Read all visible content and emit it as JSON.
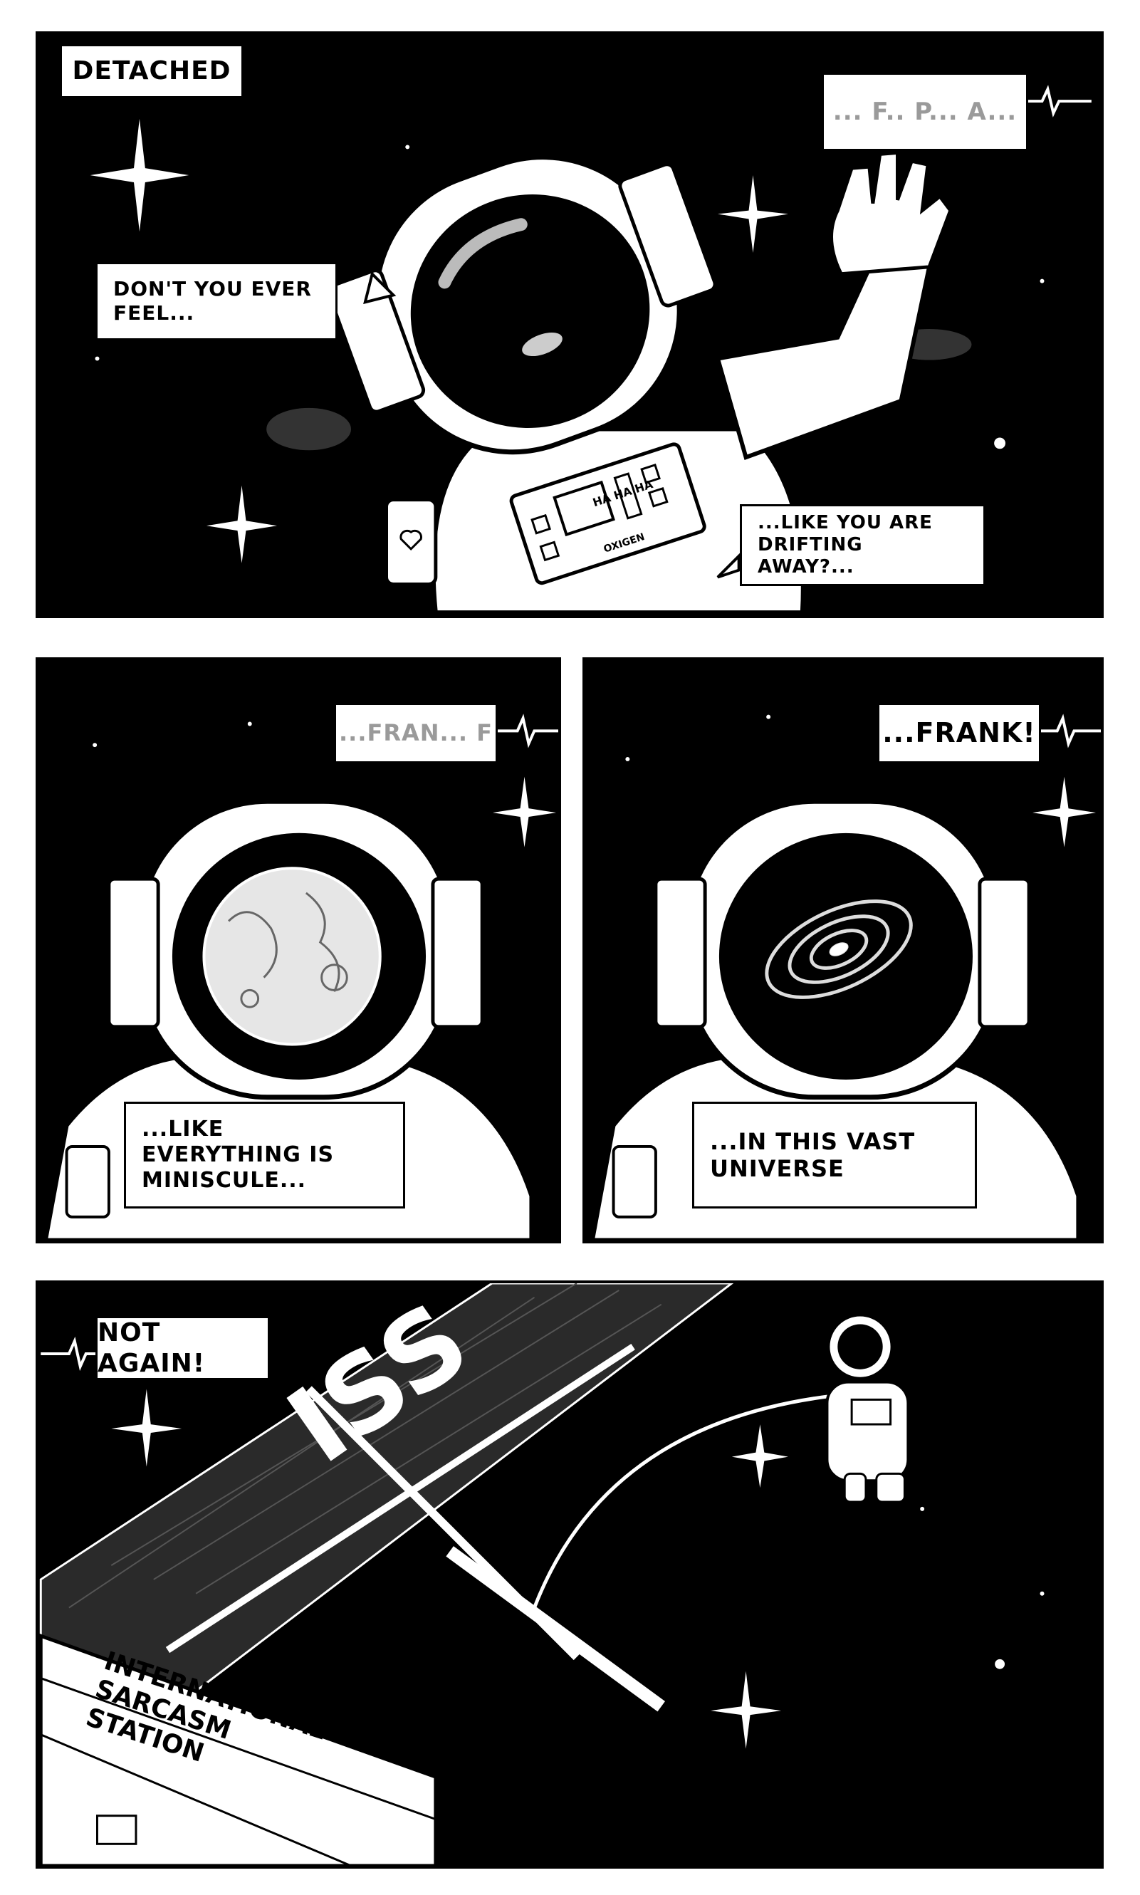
{
  "page": {
    "panel1": {
      "title_caption": "DETACHED",
      "radio_caption": "... F.. P... A...",
      "speech_1": "DON'T YOU EVER FEEL...",
      "speech_2_line1": "...LIKE YOU ARE DRIFTING",
      "speech_2_line2": "AWAY?...",
      "suit_panel_label": "OXIGEN",
      "suit_panel_display": "HA HA HA"
    },
    "panel2": {
      "radio_caption": "...FRAN... F",
      "speech_line1": "...LIKE EVERYTHING IS",
      "speech_line2": "MINISCULE..."
    },
    "panel3": {
      "radio_caption": "...FRANK!",
      "speech_line1": "...IN THIS VAST",
      "speech_line2": "UNIVERSE"
    },
    "panel4": {
      "radio_caption": "NOT AGAIN!",
      "station_initials": "ISS",
      "station_label_line1": "INTERNATIONAL",
      "station_label_line2": "SARCASM",
      "station_label_line3": "STATION"
    }
  },
  "colors": {
    "ink": "#000000",
    "paper": "#ffffff",
    "grey": "#9a9a9a"
  }
}
